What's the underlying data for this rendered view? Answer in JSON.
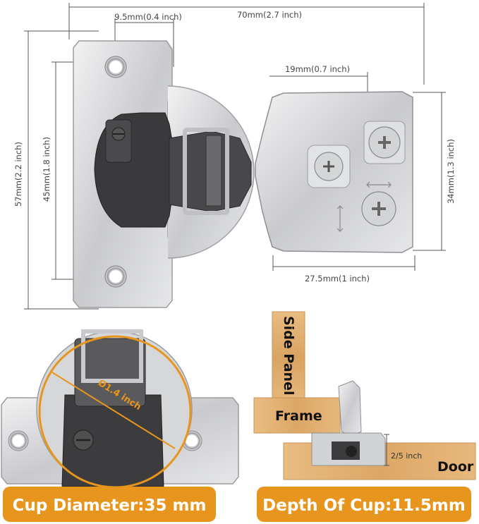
{
  "dimensions": {
    "overall_width": "70mm(2.7 inch)",
    "hole_offset": "9.5mm(0.4 inch)",
    "arm_offset": "19mm(0.7 inch)",
    "total_height": "57mm(2.2 inch)",
    "hole_spacing": "45mm(1.8 inch)",
    "arm_height": "34mm(1.3 inch)",
    "arm_length": "27.5mm(1 inch)"
  },
  "detail": {
    "cup_diameter_inch": "Ø1.4 inch",
    "overlay": "2/5 inch"
  },
  "install": {
    "side_panel": "Side Panel",
    "frame": "Frame",
    "door": "Door"
  },
  "banners": {
    "cup_diameter": "Cup Diameter:35 mm",
    "cup_depth": "Depth Of Cup:11.5mm"
  },
  "colors": {
    "metal": "#d9dadc",
    "cup_dark": "#3c3c3e",
    "accent_orange": "#e8951e",
    "wood": "#e4b274"
  }
}
